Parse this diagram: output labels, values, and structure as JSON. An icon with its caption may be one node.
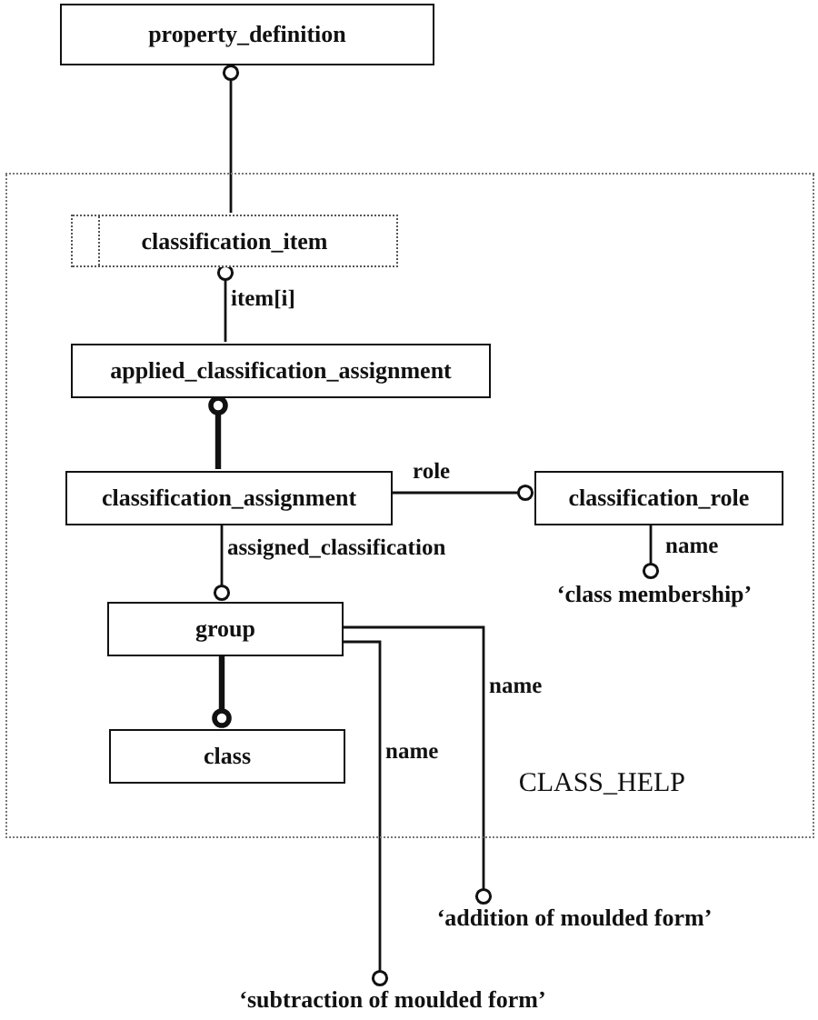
{
  "diagram": {
    "nodes": [
      {
        "text": [
          "property_definition"
        ]
      },
      {
        "text": [
          "CLASS_HELP"
        ]
      },
      {
        "text": [
          "classification_item"
        ],
        "in": 1
      },
      {
        "text": [
          "applied_classification_assignment"
        ],
        "in": 1
      },
      {
        "text": [
          "classification_assignment"
        ],
        "in": 1
      },
      {
        "text": [
          "classification_role"
        ],
        "in": 1
      },
      {
        "text": [
          "‘class membership’"
        ],
        "in": 1
      },
      {
        "text": [
          "group"
        ],
        "in": 1
      },
      {
        "text": [
          "class"
        ],
        "in": 1
      },
      {
        "text": [
          "‘addition of moulded form’"
        ]
      },
      {
        "text": [
          "‘subtraction of moulded form’"
        ]
      }
    ],
    "edges": [
      {
        "from": 2,
        "to": 0,
        "arrow": "other"
      },
      {
        "from": 3,
        "to": 2,
        "arrow": "other",
        "label": "item[i]"
      },
      {
        "from": 4,
        "to": 3,
        "arrow": "other",
        "style": "thick"
      },
      {
        "from": 4,
        "to": 5,
        "arrow": "other",
        "label": "role"
      },
      {
        "from": 5,
        "to": 6,
        "arrow": "other",
        "label": "name"
      },
      {
        "from": 4,
        "to": 7,
        "arrow": "other",
        "label": "assigned_classification"
      },
      {
        "from": 7,
        "to": 8,
        "arrow": "other",
        "style": "thick"
      },
      {
        "from": 7,
        "to": 9,
        "arrow": "other",
        "label": "name"
      },
      {
        "from": 7,
        "to": 10,
        "arrow": "other",
        "label": "name"
      }
    ]
  }
}
